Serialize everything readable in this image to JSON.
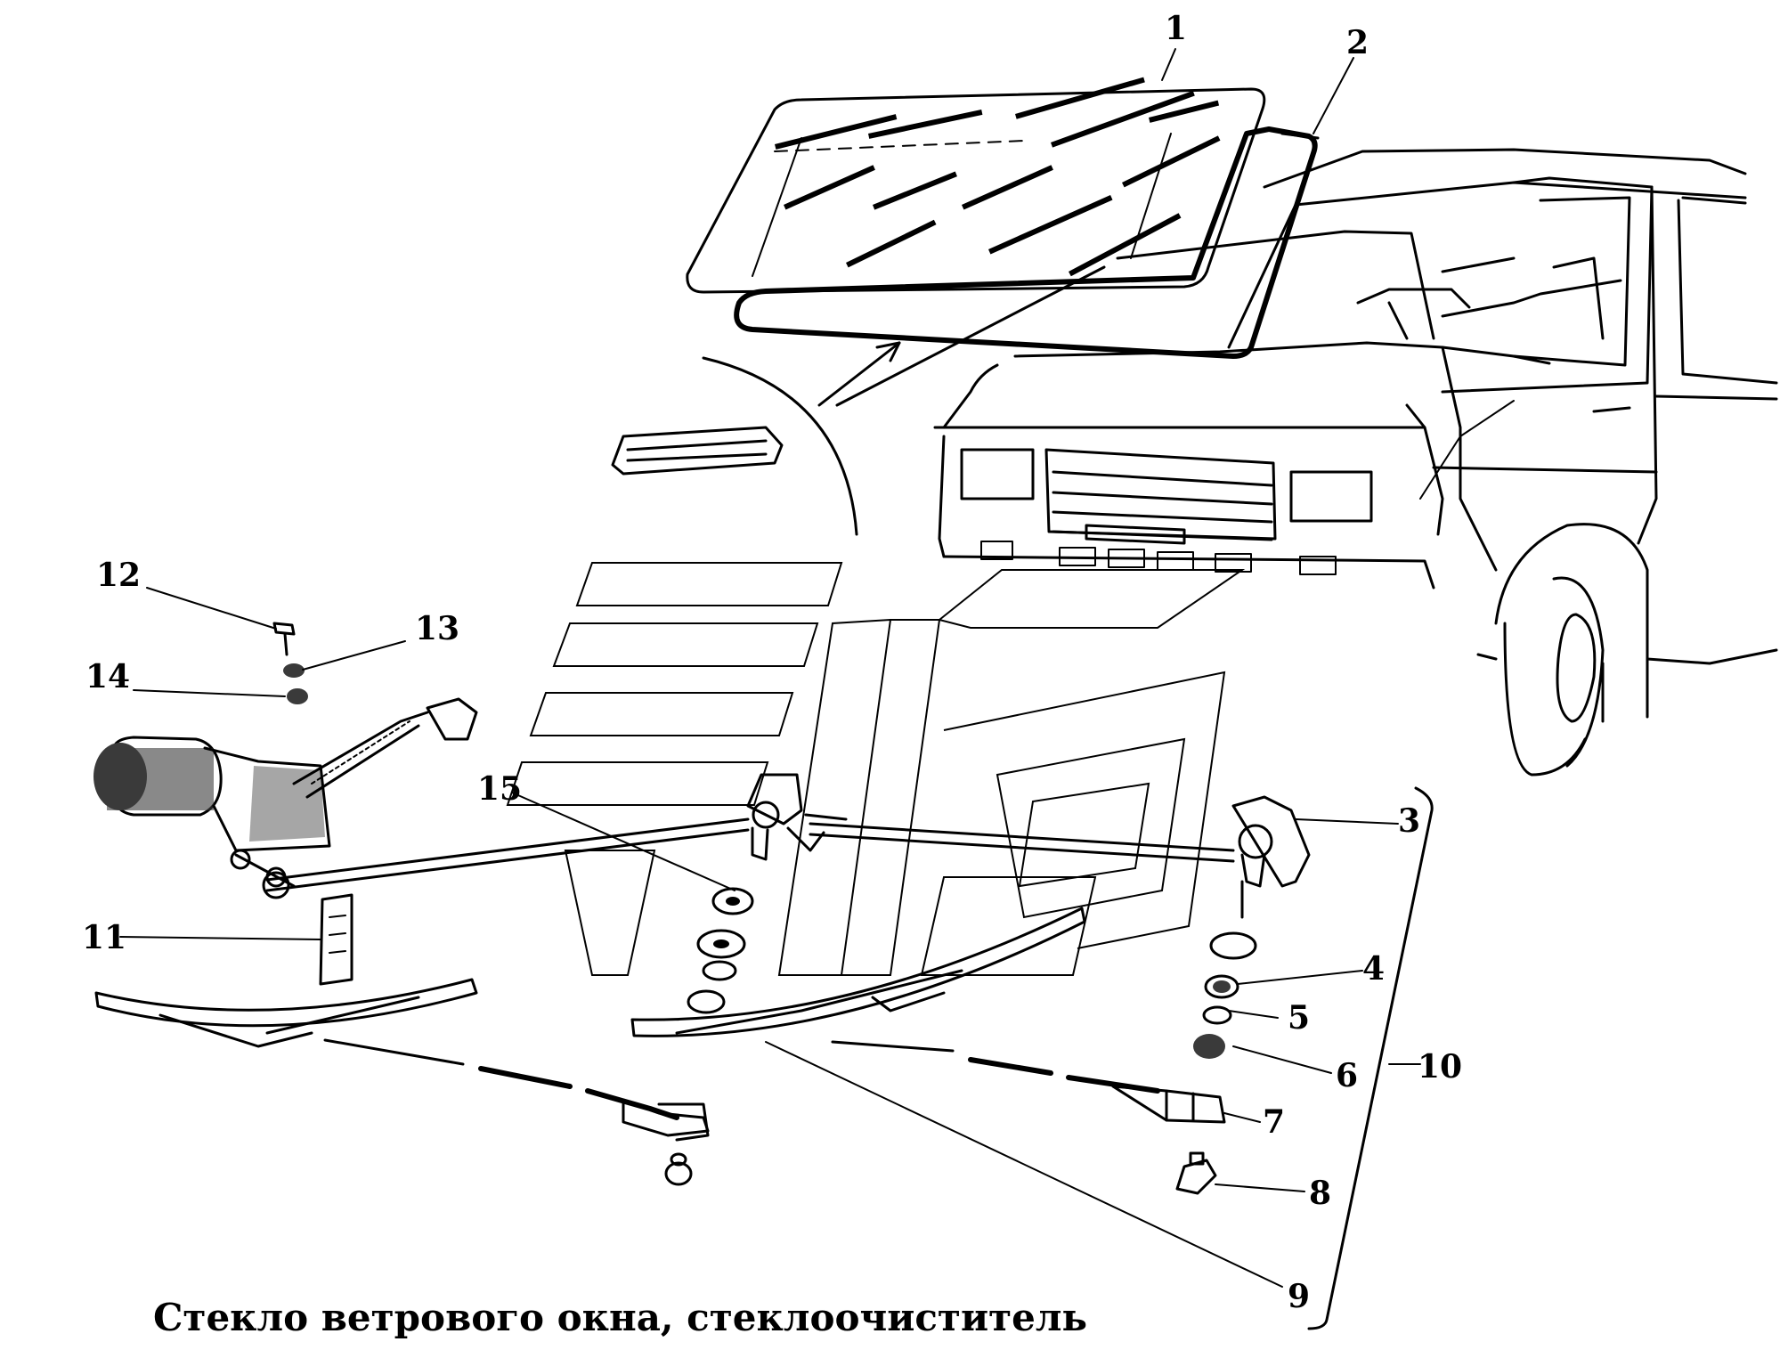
{
  "caption": "Стекло ветрового окна, стеклоочиститель",
  "callouts": [
    {
      "id": "1",
      "text": "1"
    },
    {
      "id": "2",
      "text": "2"
    },
    {
      "id": "3",
      "text": "3"
    },
    {
      "id": "4",
      "text": "4"
    },
    {
      "id": "5",
      "text": "5"
    },
    {
      "id": "6",
      "text": "6"
    },
    {
      "id": "7",
      "text": "7"
    },
    {
      "id": "8",
      "text": "8"
    },
    {
      "id": "9",
      "text": "9"
    },
    {
      "id": "10",
      "text": "10"
    },
    {
      "id": "11",
      "text": "11"
    },
    {
      "id": "12",
      "text": "12"
    },
    {
      "id": "13",
      "text": "13"
    },
    {
      "id": "14",
      "text": "14"
    },
    {
      "id": "15",
      "text": "15"
    }
  ],
  "colors": {
    "ink": "#000000",
    "background": "#ffffff"
  }
}
